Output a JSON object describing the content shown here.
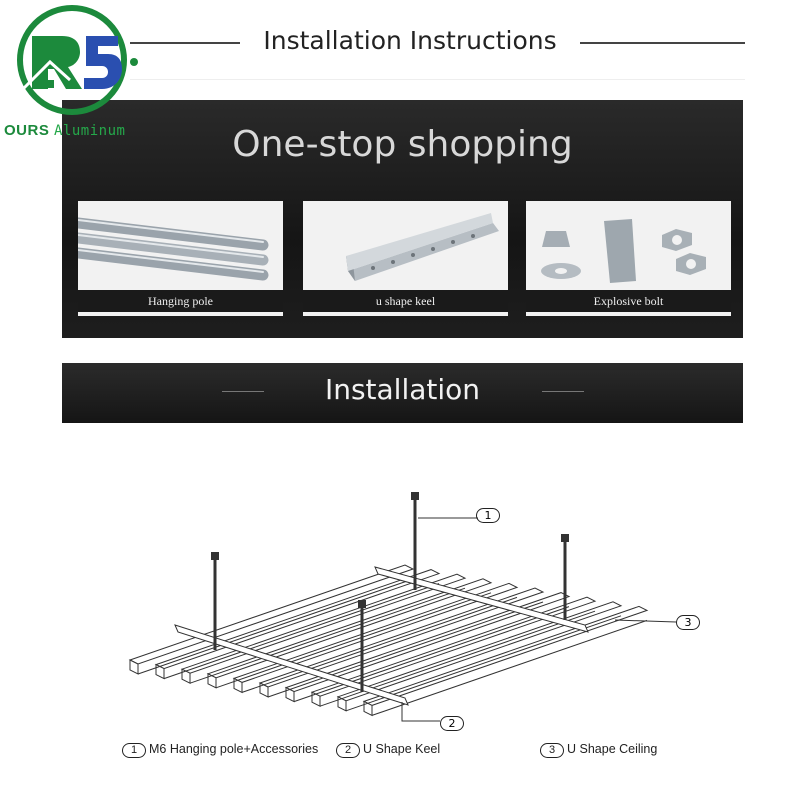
{
  "logo": {
    "brand": "OURS",
    "suffix": "Aluminum",
    "monogram": "RS"
  },
  "header": {
    "title": "Installation Instructions"
  },
  "shopping": {
    "title": "One-stop shopping",
    "products": [
      {
        "label": "Hanging pole"
      },
      {
        "label": "u shape keel"
      },
      {
        "label": "Explosive bolt"
      }
    ]
  },
  "installation": {
    "title": "Installation"
  },
  "diagram": {
    "callouts": [
      "1",
      "2",
      "3"
    ]
  },
  "legend": [
    {
      "num": "1",
      "label": "M6 Hanging pole+Accessories"
    },
    {
      "num": "2",
      "label": "U Shape Keel"
    },
    {
      "num": "3",
      "label": "U Shape Ceiling"
    }
  ],
  "colors": {
    "brand_green": "#1c8a3c",
    "brand_blue": "#2a4fb0"
  }
}
